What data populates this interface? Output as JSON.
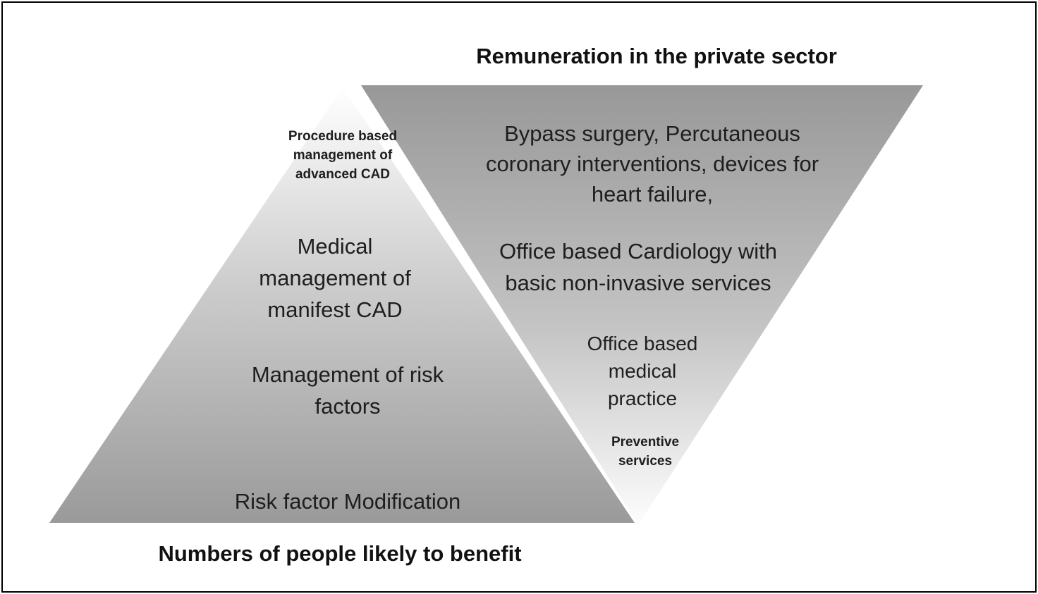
{
  "colors": {
    "pyramid_top": "#ffffff",
    "pyramid_mid": "#cdcdcd",
    "pyramid_bottom": "#9a9a9a",
    "inverted_top": "#989898",
    "inverted_mid": "#c4c4c4",
    "inverted_bottom": "#fdfdfd",
    "text": "#1e1e1e",
    "border": "#000000"
  },
  "title_top": "Remuneration in the private sector",
  "title_bottom": "Numbers of people likely to benefit",
  "pyramid": {
    "levels": [
      "Procedure based management of advanced CAD",
      "Medical management of manifest CAD",
      "Management of  risk factors",
      "Risk factor Modification"
    ]
  },
  "inverted": {
    "levels": [
      "Bypass surgery, Percutaneous coronary interventions, devices for heart failure,",
      "Office based Cardiology with basic non-invasive services",
      "Office based medical practice",
      "Preventive services"
    ]
  }
}
